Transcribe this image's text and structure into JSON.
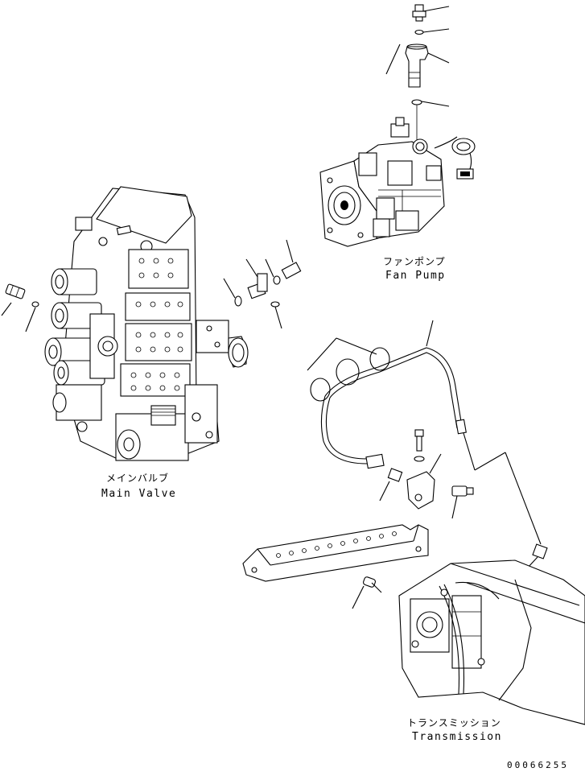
{
  "labels": {
    "fan_pump": {
      "jp": "ファンポンプ",
      "en": "Fan Pump"
    },
    "main_valve": {
      "jp": "メインバルブ",
      "en": "Main Valve"
    },
    "transmission": {
      "jp": "トランスミッション",
      "en": "Transmission"
    }
  },
  "drawing_number": "00066255",
  "colors": {
    "line": "#000000",
    "background": "#ffffff"
  }
}
